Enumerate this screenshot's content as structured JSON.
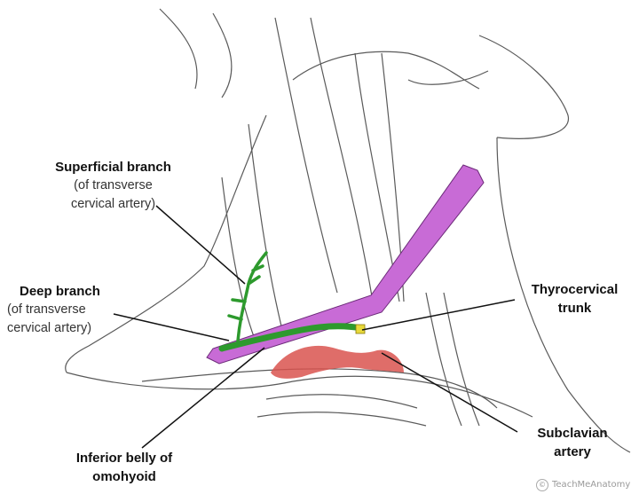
{
  "labels": {
    "superficial": {
      "title": "Superficial branch",
      "line1": "(of transverse",
      "line2": "cervical artery)"
    },
    "deep": {
      "title": "Deep branch",
      "line1": "(of transverse",
      "line2": "cervical artery)"
    },
    "thyrocervical": {
      "line1": "Thyrocervical",
      "line2": "trunk"
    },
    "subclavian": {
      "line1": "Subclavian",
      "line2": "artery"
    },
    "omohyoid": {
      "line1": "Inferior belly of",
      "line2": "omohyoid"
    }
  },
  "watermark": {
    "text": "TeachMeAnatomy"
  },
  "colors": {
    "muscle": "#c86bd6",
    "branch": "#2d9a2d",
    "trunk": "#e8d93a",
    "subclavian": "#d9534f",
    "line": "#111111",
    "sketch": "#5a5a5a"
  }
}
